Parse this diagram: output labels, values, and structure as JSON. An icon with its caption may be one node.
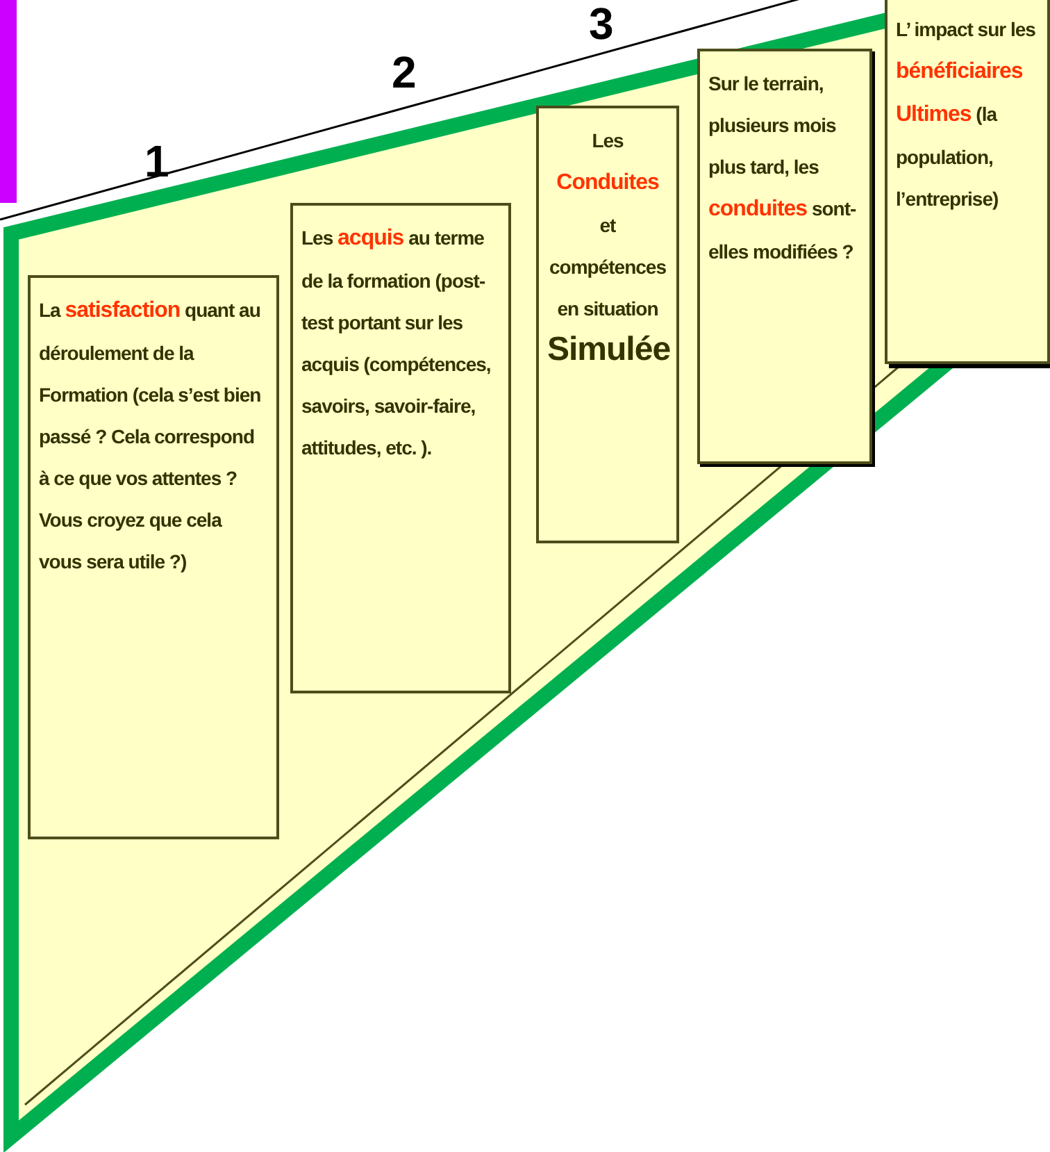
{
  "diagram": {
    "nodes": [
      {
        "text": [
          "La **satisfaction** quant au déroulement de la Formation (cela s’est bien passé ? Cela correspond à ce que vos attentes ? Vous croyez que cela vous sera utile ?)"
        ]
      },
      {
        "text": [
          "Les **acquis** au terme de la formation (post-test portant sur les acquis (compétences, savoirs, savoir-faire, attitudes, etc. )."
        ]
      },
      {
        "text": [
          "Les **Conduites** et compétences en situation *Simulée*"
        ]
      },
      {
        "text": [
          "Sur le terrain, plusieurs mois plus tard, les **conduites** sont-elles modifiées ?"
        ]
      },
      {
        "text": [
          "L’ impact sur les **bénéficiaires Ultimes** (la population, l’entreprise)"
        ]
      }
    ],
    "edges": [],
    "labels": [
      "1",
      "2",
      "3"
    ]
  }
}
